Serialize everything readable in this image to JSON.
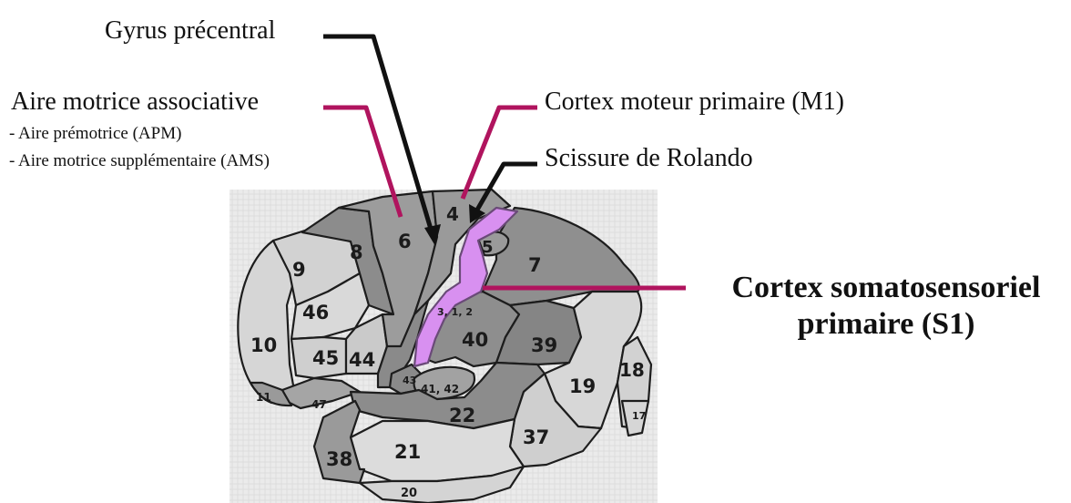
{
  "labels": {
    "gyrus_precentral": "Gyrus précentral",
    "aire_motrice_associative": "Aire motrice associative",
    "apm": "- Aire prémotrice (APM)",
    "ams": "- Aire motrice supplémentaire (AMS)",
    "m1": "Cortex moteur primaire (M1)",
    "rolando": "Scissure de Rolando",
    "s1_line1": "Cortex somatosensoriel",
    "s1_line2": "primaire (S1)"
  },
  "brodmann_areas": [
    "9",
    "46",
    "10",
    "45",
    "44",
    "11",
    "47",
    "8",
    "6",
    "4",
    "5",
    "7",
    "3, 1, 2",
    "40",
    "39",
    "43",
    "41, 42",
    "22",
    "19",
    "18",
    "17",
    "21",
    "37",
    "38",
    "20"
  ],
  "colors": {
    "motor_line": "#b0145e",
    "arrow": "#111111",
    "s1_highlight": "#d890f0",
    "dark_area": "#8f8f8f",
    "mid_area": "#a9a9a9",
    "light_area": "#d4d4d4"
  }
}
